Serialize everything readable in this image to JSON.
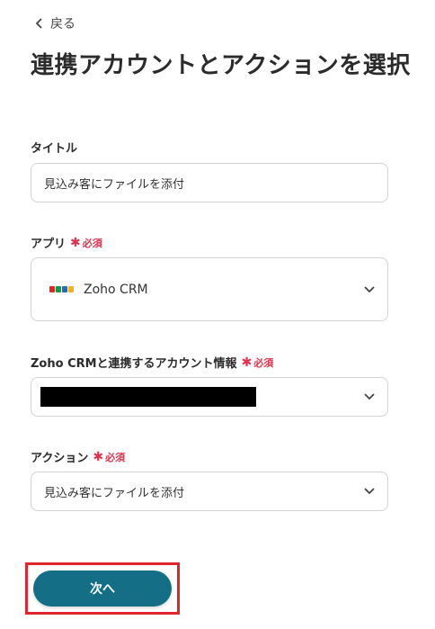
{
  "header": {
    "back_label": "戻る",
    "title": "連携アカウントとアクションを選択"
  },
  "form": {
    "title_field": {
      "label": "タイトル",
      "value": "見込み客にファイルを添付"
    },
    "app_field": {
      "label": "アプリ",
      "required_label": "必須",
      "selected": "Zoho CRM",
      "icon": "zoho-logo-icon"
    },
    "account_field": {
      "label": "Zoho CRMと連携するアカウント情報",
      "required_label": "必須",
      "selected_masked": true
    },
    "action_field": {
      "label": "アクション",
      "required_label": "必須",
      "selected": "見込み客にファイルを添付"
    }
  },
  "footer": {
    "next_label": "次へ"
  },
  "colors": {
    "accent": "#146f86",
    "required": "#e0334e",
    "highlight_border": "#e0252b"
  }
}
